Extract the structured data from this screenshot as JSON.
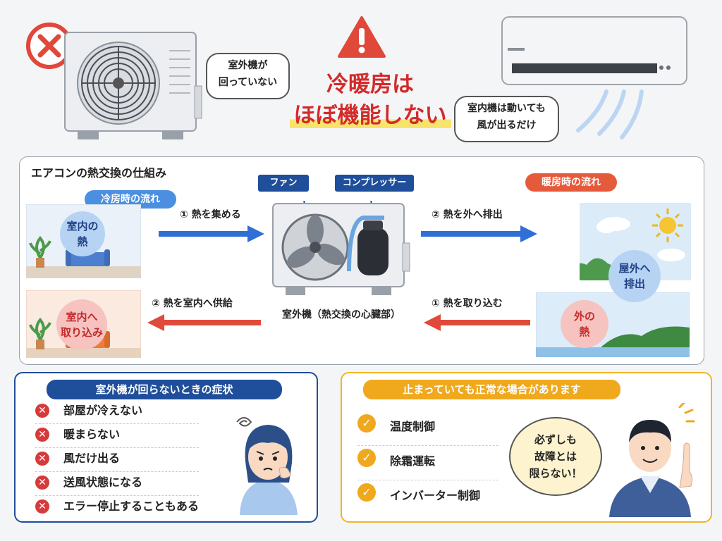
{
  "header": {
    "title_line1": "冷暖房は",
    "title_line2": "ほぼ機能しない",
    "outdoor_bubble_line1": "室外機が",
    "outdoor_bubble_line2": "回っていない",
    "indoor_bubble_line1": "室内機は動いても",
    "indoor_bubble_line2": "風が出るだけ"
  },
  "diagram": {
    "title": "エアコンの熱交換の仕組み",
    "cooling_label": "冷房時の流れ",
    "heating_label": "暖房時の流れ",
    "fan_tag": "ファン",
    "compressor_tag": "コンプレッサー",
    "unit_caption": "室外機（熱交換の心臓部）",
    "cool_step1": "① 熱を集める",
    "cool_step2": "② 熱を外へ排出",
    "heat_step1": "① 熱を取り込む",
    "heat_step2": "② 熱を室内へ供給",
    "indoor_heat_line1": "室内の",
    "indoor_heat_line2": "熱",
    "outdoor_release_line1": "屋外へ",
    "outdoor_release_line2": "排出",
    "outside_heat_line1": "外の",
    "outside_heat_line2": "熱",
    "into_room_line1": "室内へ",
    "into_room_line2": "取り込み",
    "colors": {
      "cool": "#2f6fd6",
      "heat": "#e04a3a"
    }
  },
  "symptoms": {
    "title": "室外機が回らないときの症状",
    "items": [
      "部屋が冷えない",
      "暖まらない",
      "風だけ出る",
      "送風状態になる",
      "エラー停止することもある"
    ]
  },
  "normal": {
    "title": "止まっていても正常な場合があります",
    "items": [
      "温度制御",
      "除霜運転",
      "インバーター制御"
    ],
    "bubble_line1": "必ずしも",
    "bubble_line2": "故障とは",
    "bubble_line3": "限らない！"
  },
  "icons": {
    "warning": "warning-triangle-icon",
    "prohibited": "prohibited-x-icon",
    "symptom_bullet": "x-circle-icon",
    "normal_bullet": "check-circle-icon"
  }
}
